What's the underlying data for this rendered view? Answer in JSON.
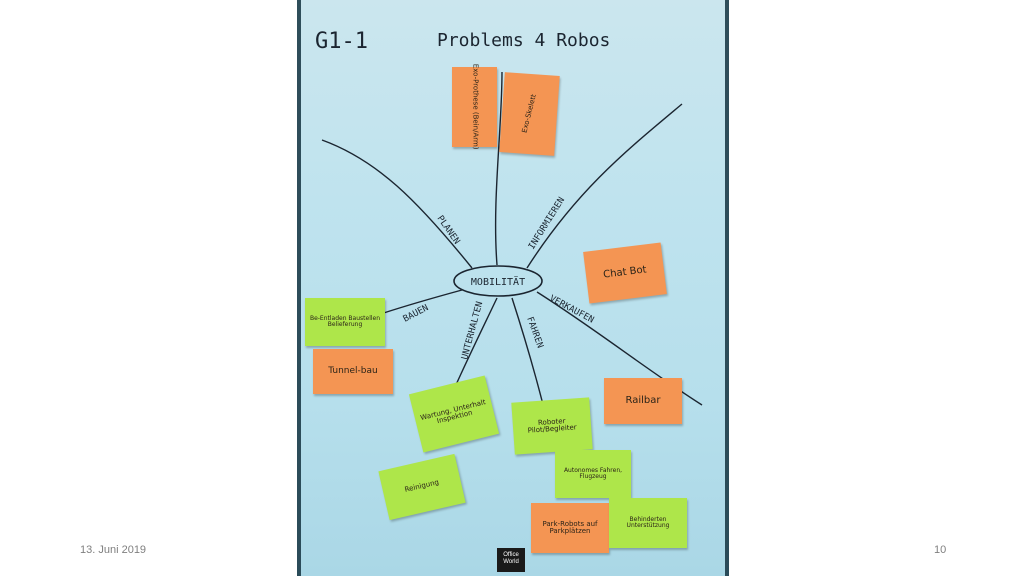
{
  "slide": {
    "date": "13. Juni 2019",
    "number": "10"
  },
  "board": {
    "heading_left": "G1-1",
    "heading_right": "Problems 4 Robos",
    "center_label": "MOBILITÄT",
    "branches": [
      "PLANEN",
      "INFORMIEREN",
      "BAUEN",
      "UNTERHALTEN",
      "FAHREN",
      "VERKAUFEN"
    ],
    "stickies": [
      {
        "key": "exo-prothese",
        "text": "Exo-Prothese (Bein/Arm)",
        "color": "#f49553"
      },
      {
        "key": "exo-skelett",
        "text": "Exo-Skelett",
        "color": "#f49553"
      },
      {
        "key": "chat-bot",
        "text": "Chat Bot",
        "color": "#f49553"
      },
      {
        "key": "be-entladen",
        "text": "Be-Entladen Baustellen Belieferung",
        "color": "#aee64a"
      },
      {
        "key": "tunnelbau",
        "text": "Tunnel-bau",
        "color": "#f49553"
      },
      {
        "key": "railbar",
        "text": "Railbar",
        "color": "#f49553"
      },
      {
        "key": "wartung",
        "text": "Wartung, Unterhalt Inspektion",
        "color": "#aee64a"
      },
      {
        "key": "roboter-pilot",
        "text": "Roboter Pilot/Begleiter",
        "color": "#aee64a"
      },
      {
        "key": "autonomes-fahren",
        "text": "Autonomes Fahren, Flugzeug",
        "color": "#aee64a"
      },
      {
        "key": "reinigung",
        "text": "Reinigung",
        "color": "#aee64a"
      },
      {
        "key": "park-robots",
        "text": "Park-Robots auf Parkplätzen",
        "color": "#f49553"
      },
      {
        "key": "behinderten",
        "text": "Behinderten Unterstützung",
        "color": "#aee64a"
      }
    ],
    "brand": "Office World"
  }
}
